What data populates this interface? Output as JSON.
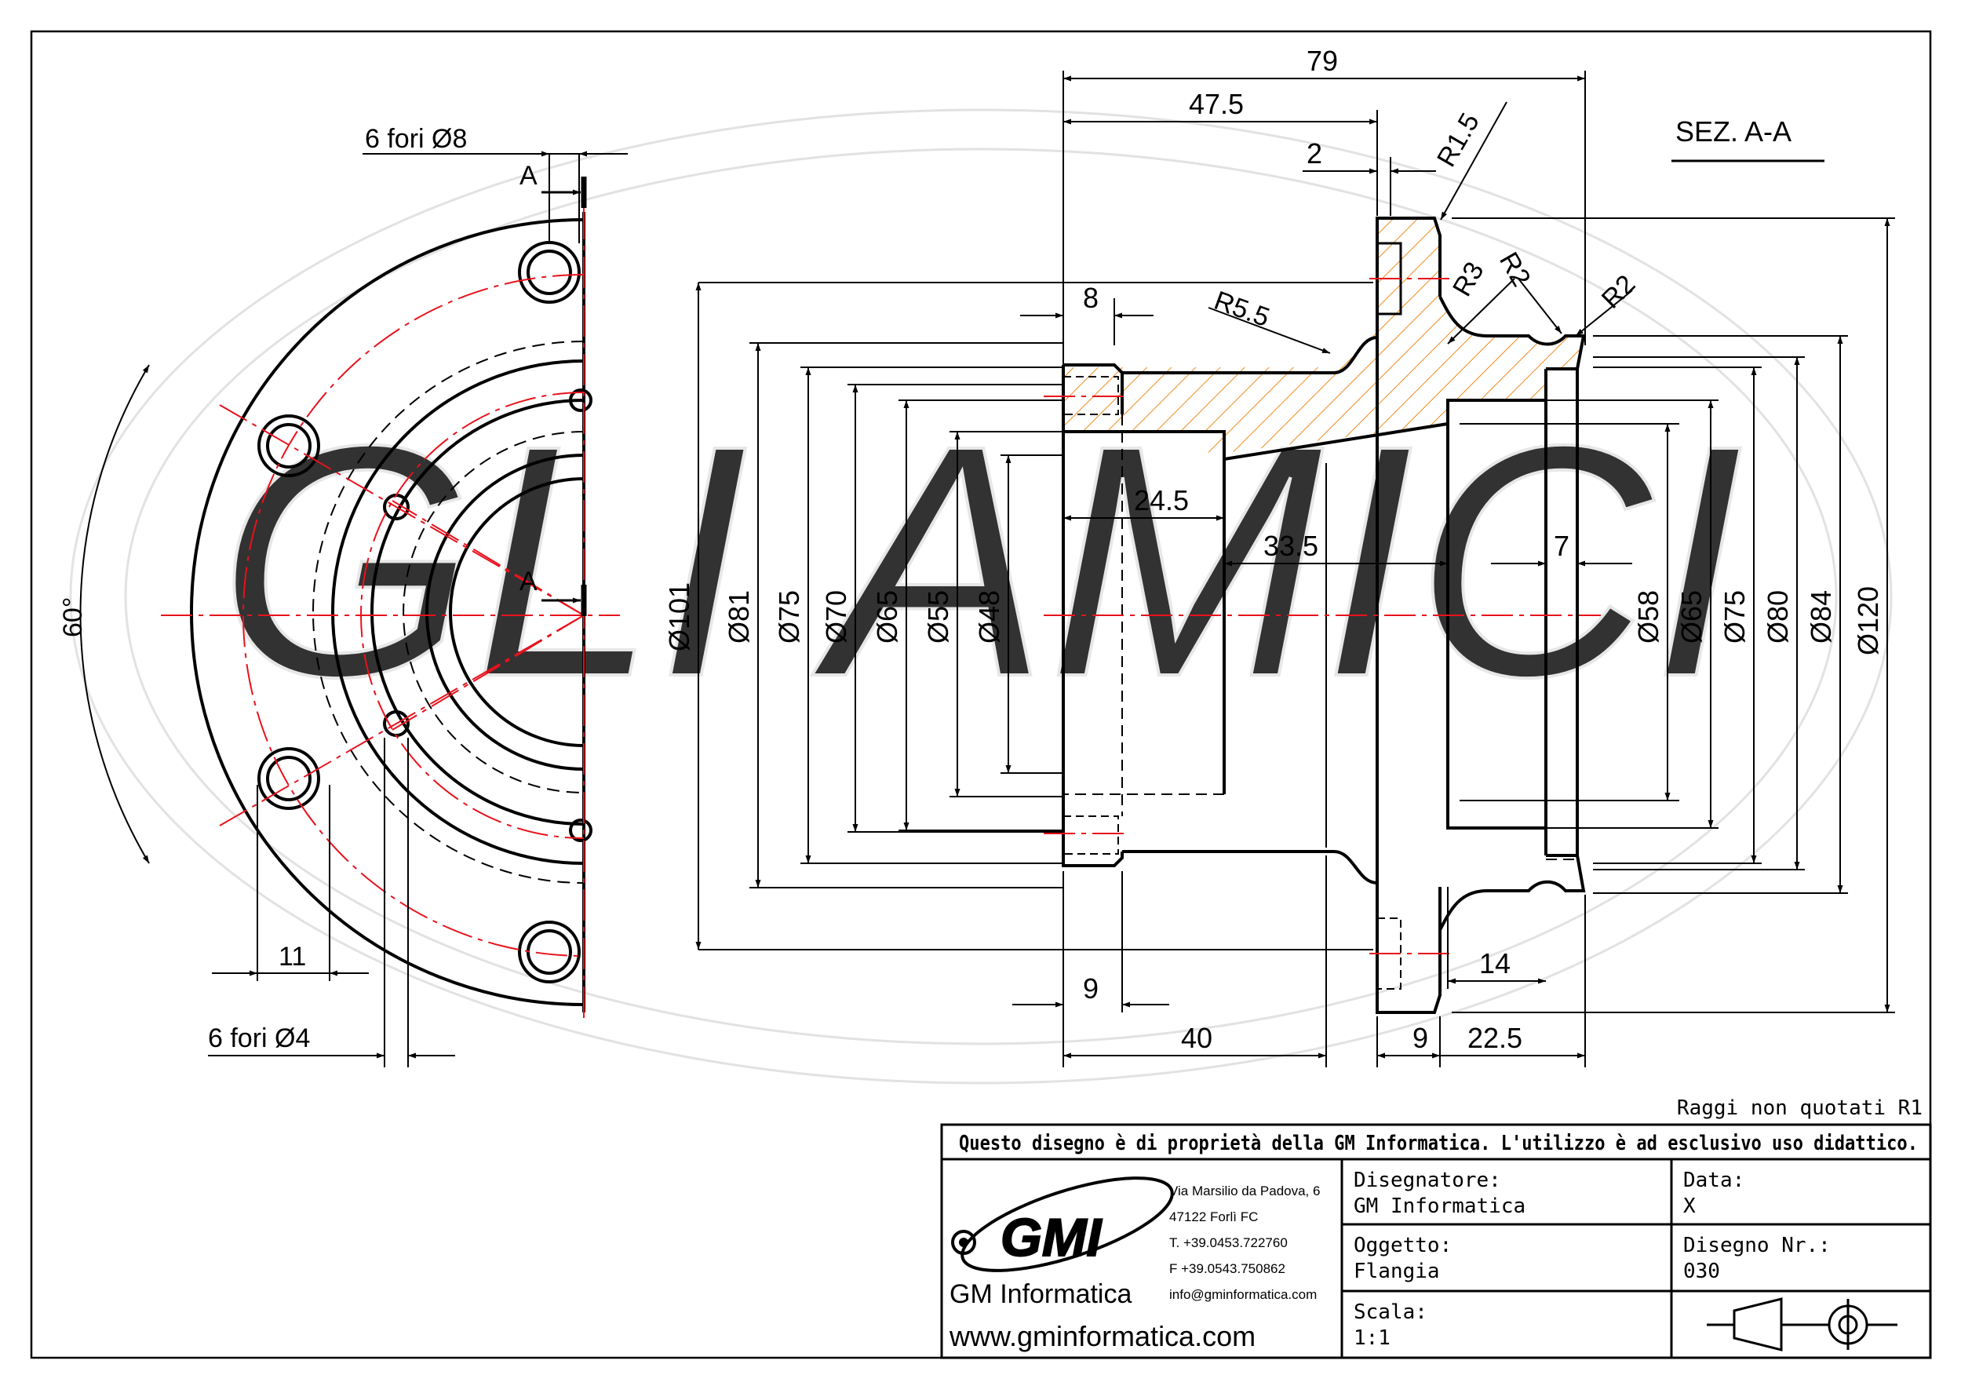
{
  "view_section_title": "SEZ. A-A",
  "section_marker": "A",
  "front_view": {
    "holes_large_label": "6 fori Ø8",
    "holes_small_label": "6 fori Ø4",
    "angle_label": "60°",
    "dim_11": "11"
  },
  "section_view": {
    "dims_top": [
      "79",
      "47.5",
      "2"
    ],
    "radii": [
      "R1.5",
      "R3",
      "R2",
      "R2",
      "R5.5"
    ],
    "dim_8": "8",
    "dim_24_5": "24.5",
    "dim_33_5": "33.5",
    "dim_7": "7",
    "dim_14": "14",
    "dims_bottom": [
      "9",
      "40",
      "9",
      "22.5"
    ],
    "diameters_left": [
      "Ø101",
      "Ø81",
      "Ø75",
      "Ø70",
      "Ø65",
      "Ø55",
      "Ø48"
    ],
    "diameters_right": [
      "Ø58",
      "Ø65",
      "Ø75",
      "Ø80",
      "Ø84",
      "Ø120"
    ]
  },
  "title_block": {
    "note": "Raggi non quotati R1",
    "ownership": "Questo disegno è di proprietà della GM Informatica. L'utilizzo è ad esclusivo uso didattico.",
    "logo_text": "GMI",
    "company_name": "GM Informatica",
    "website": "www.gminformatica.com",
    "address_1": "Via Marsilio da Padova, 6",
    "address_2": "47122  Forlì  FC",
    "phone": "T. +39.0453.722760",
    "fax": "F +39.0543.750862",
    "email": "info@gminformatica.com",
    "drafter_label": "Disegnatore:",
    "drafter_value": "GM  Informatica",
    "date_label": "Data:",
    "date_value": "X",
    "object_label": "Oggetto:",
    "object_value": "Flangia",
    "drawing_no_label": "Disegno  Nr.:",
    "drawing_no_value": "030",
    "scale_label": "Scala:",
    "scale_value": "1:1"
  },
  "colors": {
    "line": "#000000",
    "centerline": "#e8121c",
    "hatch": "#f08a1e",
    "watermark": "#d9d9d9"
  }
}
